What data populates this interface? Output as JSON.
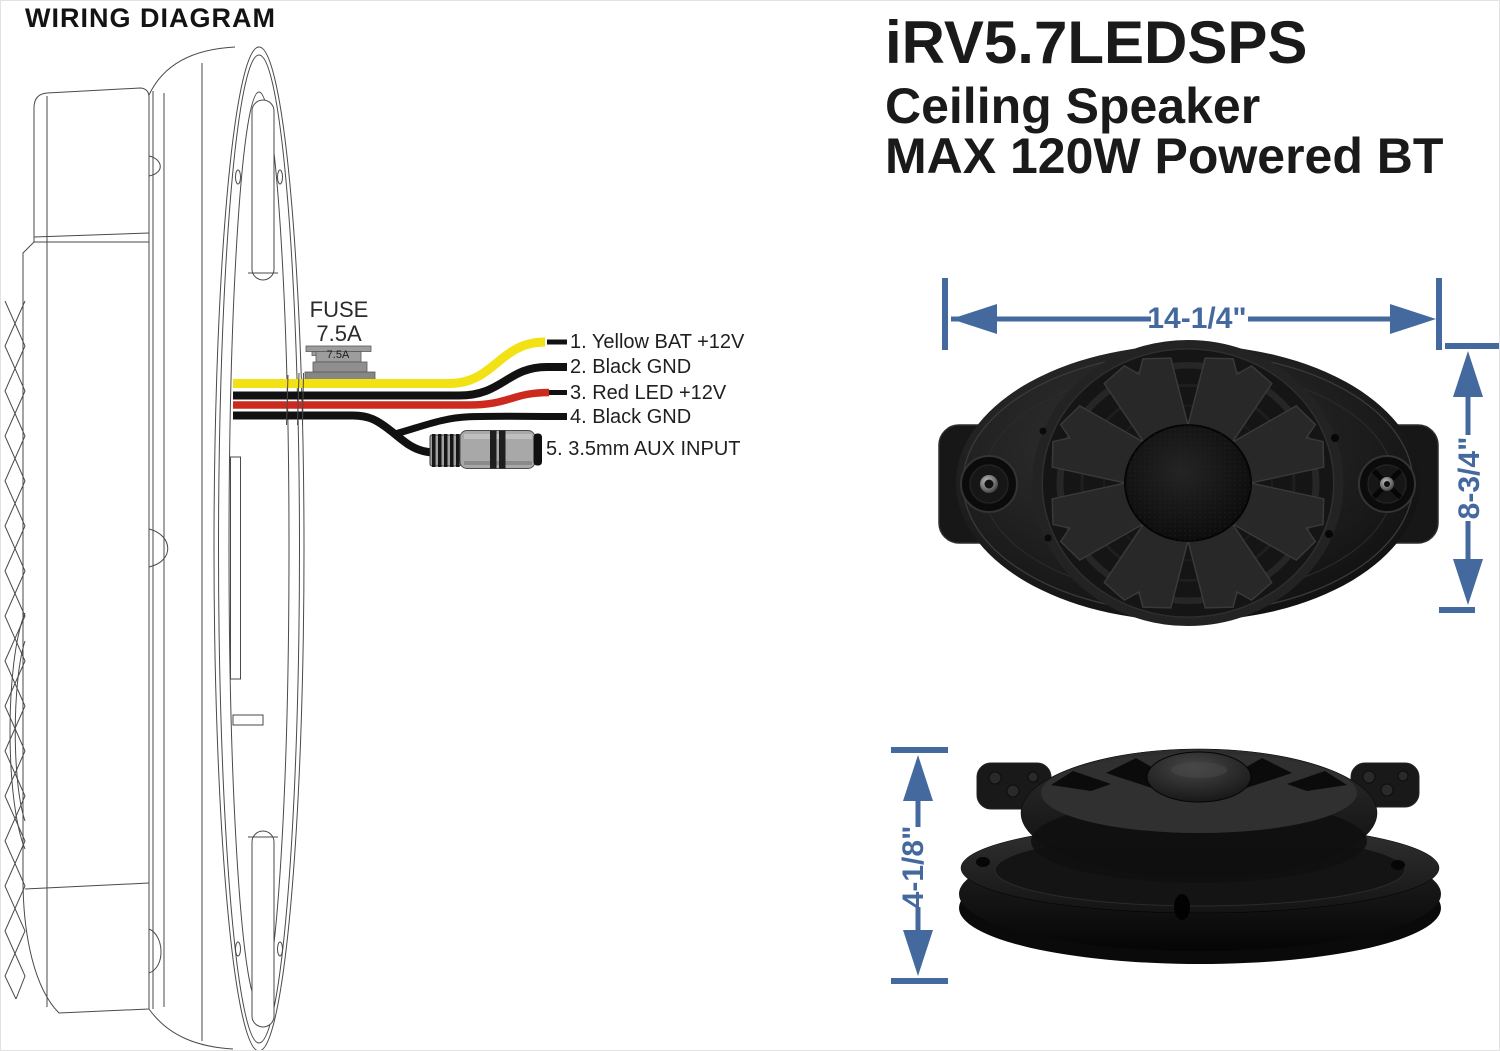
{
  "page": {
    "background": "#ffffff"
  },
  "wiring": {
    "title": "WIRING DIAGRAM",
    "fuse": {
      "label": "FUSE",
      "rating": "7.5A",
      "body_text": "7.5A"
    },
    "wire_labels": [
      "1. Yellow BAT +12V",
      "2. Black GND",
      "3. Red LED +12V",
      "4. Black GND",
      "5. 3.5mm AUX INPUT"
    ],
    "wire_colors": {
      "yellow": "#f2e114",
      "red": "#cc2a1f",
      "black": "#111111"
    },
    "fuse_gray": "#9d9d9d",
    "connector_gray": "#a8a8a8"
  },
  "product": {
    "model": "iRV5.7LEDSPS",
    "type": "Ceiling Speaker",
    "power": "MAX 120W Powered BT"
  },
  "dimensions": {
    "width": "14-1/4\"",
    "height": "8-3/4\"",
    "depth": "4-1/8\"",
    "color": "#44699e"
  }
}
